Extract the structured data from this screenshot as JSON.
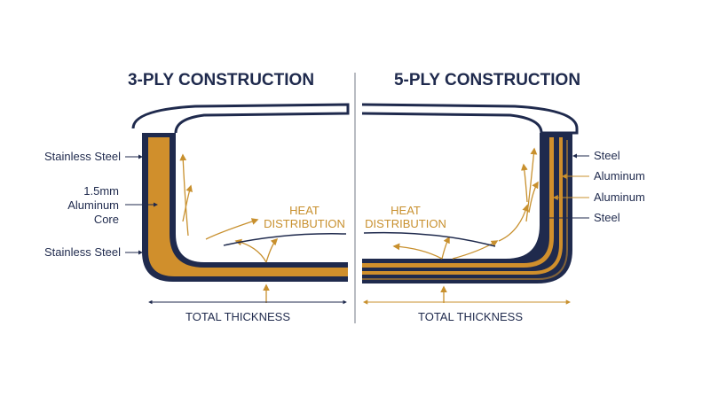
{
  "left": {
    "title": "3-PLY CONSTRUCTION",
    "labels": {
      "steel_top": "Stainless Steel",
      "core_line1": "1.5mm",
      "core_line2": "Aluminum",
      "core_line3": "Core",
      "steel_bottom": "Stainless Steel"
    },
    "heat_line1": "HEAT",
    "heat_line2": "DISTRIBUTION",
    "thickness_label": "TOTAL THICKNESS"
  },
  "right": {
    "title": "5-PLY CONSTRUCTION",
    "labels": {
      "layer1": "Steel",
      "layer2": "Aluminum",
      "layer3": "Aluminum",
      "layer4": "Steel"
    },
    "heat_line1": "HEAT",
    "heat_line2": "DISTRIBUTION",
    "thickness_label": "TOTAL THICKNESS"
  },
  "colors": {
    "navy": "#1f2a4d",
    "gold": "#d08f2c",
    "arrow_gold": "#c8902e",
    "divider": "#8a8f99"
  }
}
